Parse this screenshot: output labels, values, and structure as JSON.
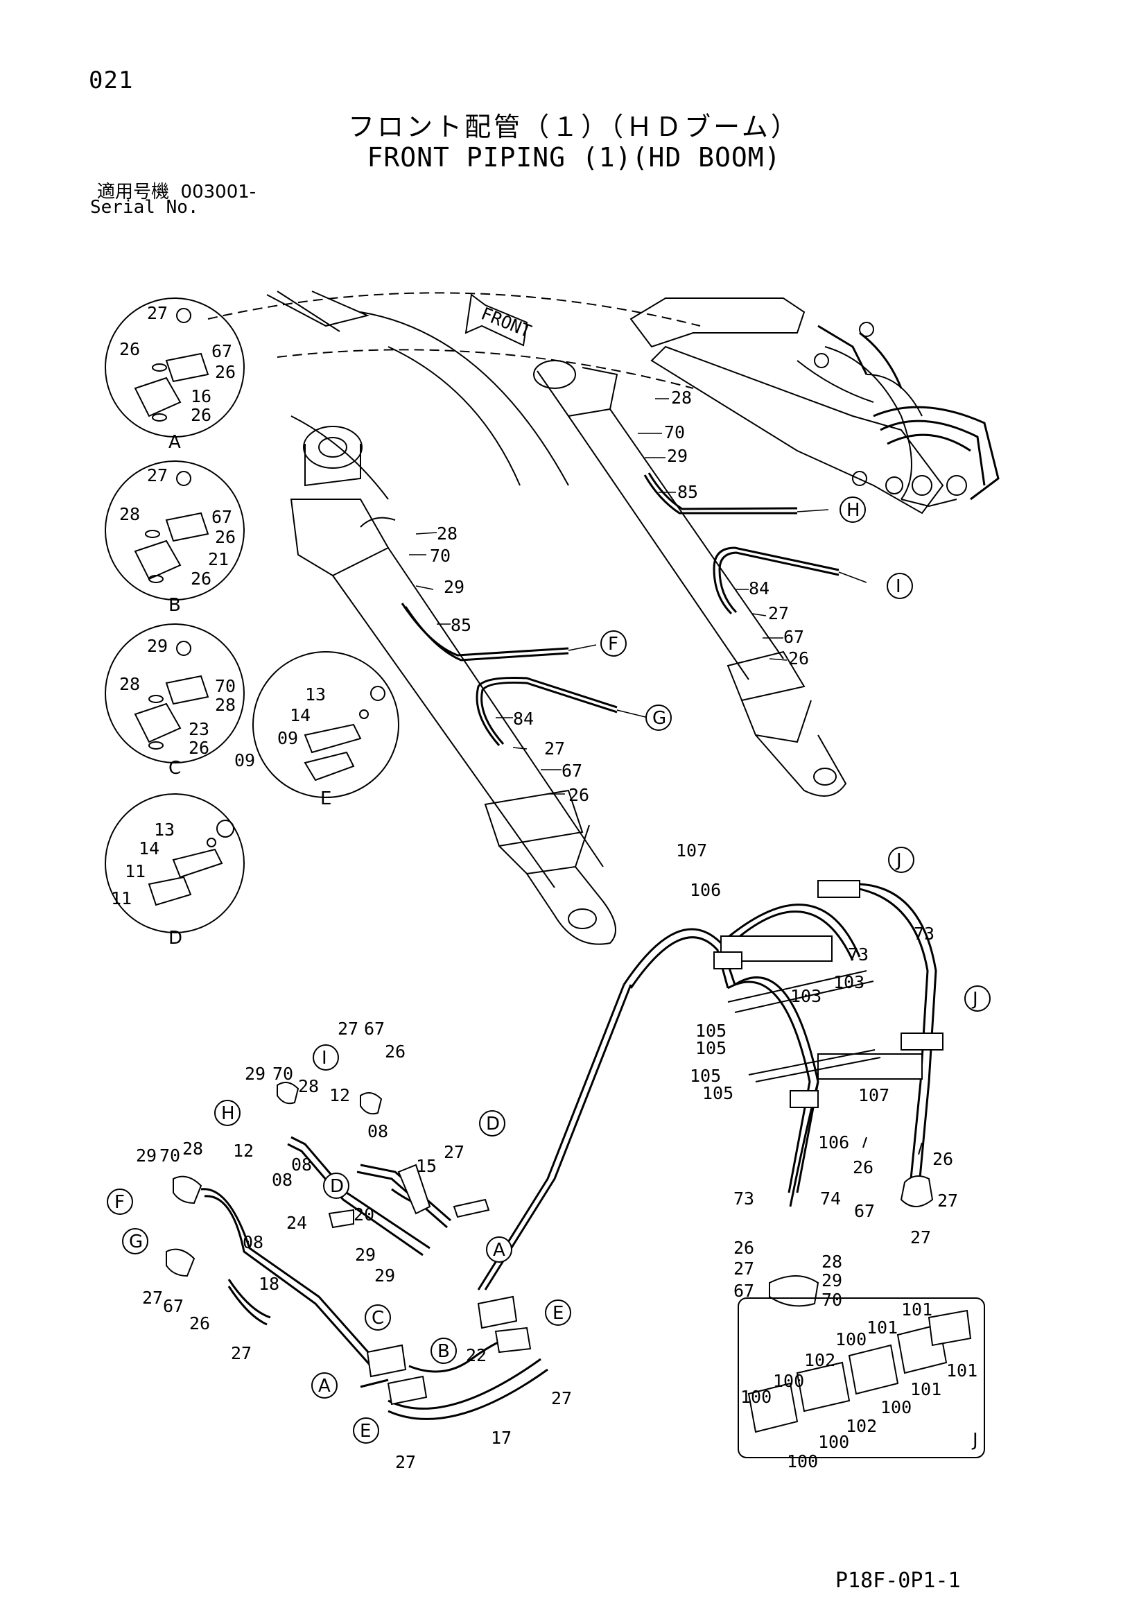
{
  "header": {
    "page_number": "021",
    "title_jp": "フロント配管（１）（ＨＤブーム）",
    "title_en": "FRONT PIPING (1)(HD BOOM)",
    "serial_label_jp": "適用号機",
    "serial_value": "003001-",
    "serial_label_en": "Serial No."
  },
  "footer": {
    "drawing_code": "P18F-0P1-1"
  },
  "arrow_label": "FRONT",
  "detail_views": {
    "A": {
      "letter": "A",
      "parts": [
        "27",
        "26",
        "67",
        "26",
        "16",
        "26"
      ]
    },
    "B": {
      "letter": "B",
      "parts": [
        "27",
        "28",
        "67",
        "26",
        "21",
        "26"
      ]
    },
    "C": {
      "letter": "C",
      "parts": [
        "29",
        "28",
        "70",
        "28",
        "23",
        "26"
      ]
    },
    "D": {
      "letter": "D",
      "parts": [
        "13",
        "14",
        "11",
        "11"
      ]
    },
    "E": {
      "letter": "E",
      "parts": [
        "13",
        "14",
        "09",
        "09"
      ]
    },
    "J": {
      "letter": "J",
      "parts": [
        "101",
        "100",
        "101",
        "102",
        "100",
        "101",
        "100",
        "101",
        "100",
        "102",
        "100",
        "100"
      ]
    }
  },
  "callouts": [
    "A",
    "B",
    "C",
    "D",
    "E",
    "F",
    "G",
    "H",
    "I",
    "J"
  ],
  "upper_labels": [
    "28",
    "70",
    "29",
    "85",
    "84",
    "27",
    "67",
    "26",
    "28",
    "70",
    "29",
    "85",
    "84",
    "27",
    "67",
    "26"
  ],
  "clamp_labels": [
    "107",
    "106",
    "73",
    "73",
    "103",
    "103",
    "105",
    "105",
    "105",
    "105",
    "107",
    "106",
    "26",
    "26",
    "27",
    "27",
    "67",
    "73",
    "74",
    "28",
    "26",
    "27",
    "29",
    "67",
    "70"
  ],
  "lower_labels": [
    "27",
    "67",
    "26",
    "29",
    "70",
    "28",
    "12",
    "08",
    "29",
    "70",
    "28",
    "12",
    "08",
    "08",
    "08",
    "15",
    "27",
    "24",
    "20",
    "29",
    "29",
    "18",
    "27",
    "67",
    "26",
    "27",
    "22",
    "27",
    "17",
    "27"
  ]
}
